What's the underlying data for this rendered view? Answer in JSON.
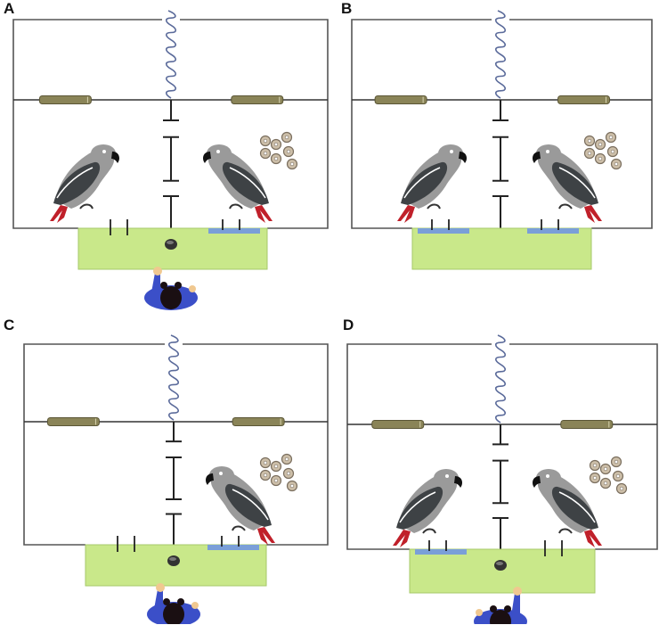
{
  "figure": {
    "description": "Four-panel schematic of parrot cooperation/prosocial test apparatus",
    "colors": {
      "frame": "#555555",
      "spring": "#5a6a9a",
      "door": "#8a8458",
      "door_edge": "#5b5636",
      "table": "#c9e88a",
      "table_edge": "#a6c86a",
      "token_slot": "#7a9fd8",
      "parrot_dark": "#3e4245",
      "parrot_light": "#9a9a9a",
      "parrot_tail": "#c0202a",
      "token": "#cdbfa9",
      "person": "#3b4fc8",
      "hair": "#1a0f12",
      "hand": "#f0c890"
    },
    "panels": [
      {
        "label": "A",
        "left_parrot": true,
        "right_parrot": true,
        "food_right": true,
        "left_slot_blue": false,
        "right_slot_blue": true,
        "experimenter": true,
        "experimenter_hand": "left",
        "button": true
      },
      {
        "label": "B",
        "left_parrot": true,
        "right_parrot": true,
        "food_right": true,
        "left_slot_blue": true,
        "right_slot_blue": true,
        "experimenter": false,
        "experimenter_hand": "none",
        "button": false
      },
      {
        "label": "C",
        "left_parrot": false,
        "right_parrot": true,
        "food_right": true,
        "left_slot_blue": false,
        "right_slot_blue": true,
        "experimenter": true,
        "experimenter_hand": "left",
        "button": true
      },
      {
        "label": "D",
        "left_parrot": true,
        "right_parrot": true,
        "food_right": true,
        "left_slot_blue": true,
        "right_slot_blue": false,
        "experimenter": true,
        "experimenter_hand": "right",
        "button": true
      }
    ]
  }
}
